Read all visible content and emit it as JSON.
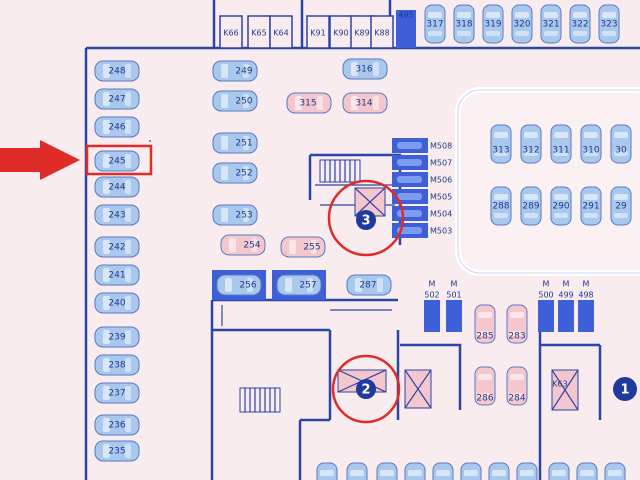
{
  "colors": {
    "background": "#f8ecee",
    "wall": "#2d45a8",
    "car_blue": "#a9c8ee",
    "car_pink": "#f3c7cd",
    "storage_fill": "#3d5fd8",
    "highlight_red": "#e02b2b",
    "zone_badge": "#1e3a9a"
  },
  "top_storage": [
    "K66",
    "K65",
    "K64",
    "K91",
    "K90",
    "K89",
    "K88"
  ],
  "top_storage_extra": "495",
  "top_row": [
    "317",
    "318",
    "319",
    "320",
    "321",
    "322",
    "323"
  ],
  "left_column": [
    "248",
    "247",
    "246",
    "245",
    "244",
    "243",
    "242",
    "241",
    "240",
    "239",
    "238",
    "237",
    "236",
    "235"
  ],
  "highlighted_space": "245",
  "middle_column": [
    "249",
    "250",
    "251",
    "252",
    "253",
    "254",
    "255",
    "256",
    "257"
  ],
  "middle_right": [
    "316",
    "315",
    "314",
    "287"
  ],
  "m_storage": [
    "M508",
    "M507",
    "M506",
    "M505",
    "M504",
    "M503"
  ],
  "block_row1": [
    "313",
    "312",
    "311",
    "310",
    "30"
  ],
  "block_row2": [
    "288",
    "289",
    "290",
    "291",
    "29"
  ],
  "lower_m_left": [
    "M",
    "M",
    "502",
    "501"
  ],
  "lower_m_right": [
    "M",
    "M",
    "M",
    "500",
    "499",
    "498"
  ],
  "lower_middle": [
    "285",
    "283",
    "286",
    "284"
  ],
  "k63": "K63",
  "zones": [
    "1",
    "2",
    "3"
  ]
}
